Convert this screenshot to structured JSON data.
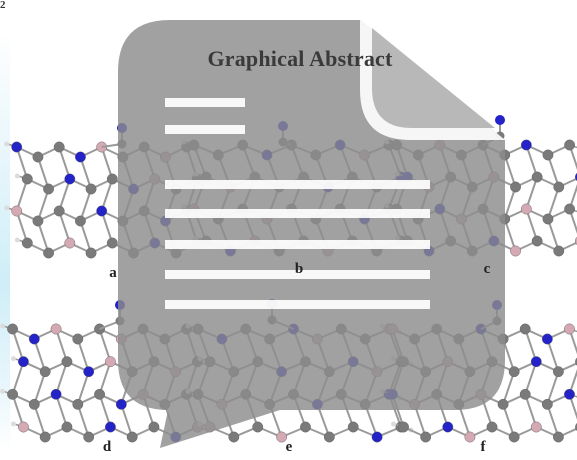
{
  "page": {
    "corner_mark": "2",
    "title": "Graphical Abstract"
  },
  "colors": {
    "watermark_gray": "#8c8c8c",
    "watermark_light": "#b4b4b4",
    "carbon": "#7a7a7a",
    "nitrogen": "#2323c8",
    "boron": "#d4a9b4",
    "hydrogen": "#dcdcdc",
    "bond": "#9a9a9a"
  },
  "panels": [
    {
      "label": "a"
    },
    {
      "label": "b"
    },
    {
      "label": "c"
    },
    {
      "label": "d"
    },
    {
      "label": "e"
    },
    {
      "label": "f"
    }
  ]
}
